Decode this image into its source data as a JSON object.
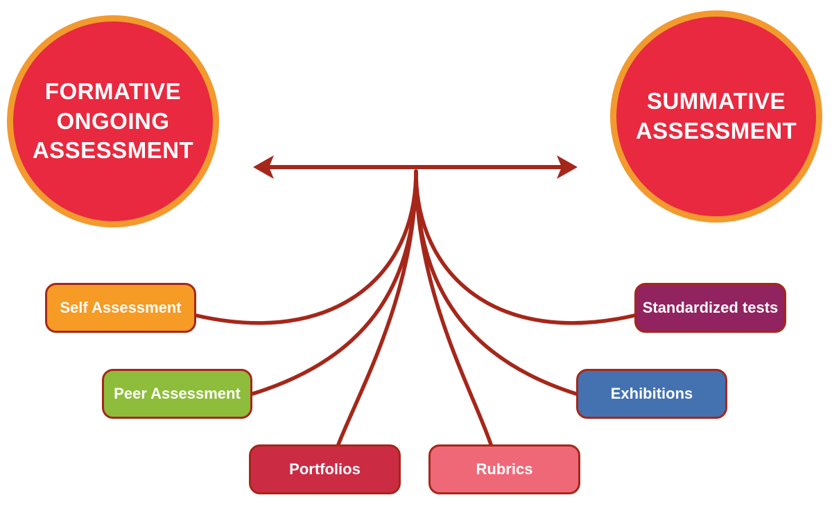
{
  "left_circle": {
    "text": "FORMATIVE\nONGOING\nASSESSMENT",
    "color": "#e8293f",
    "border": "#f29a2e"
  },
  "right_circle": {
    "text": "SUMMATIVE\nASSESSMENT",
    "color": "#e8293f",
    "border": "#f29a2e"
  },
  "connector_color": "#a5271a",
  "items": [
    {
      "label": "Self Assessment",
      "color": "#f59b26"
    },
    {
      "label": "Peer Assessment",
      "color": "#8dbd3a"
    },
    {
      "label": "Portfolios",
      "color": "#cc2b44"
    },
    {
      "label": "Rubrics",
      "color": "#ef6878"
    },
    {
      "label": "Exhibitions",
      "color": "#4472b0"
    },
    {
      "label": "Standardized tests",
      "color": "#902360"
    }
  ]
}
